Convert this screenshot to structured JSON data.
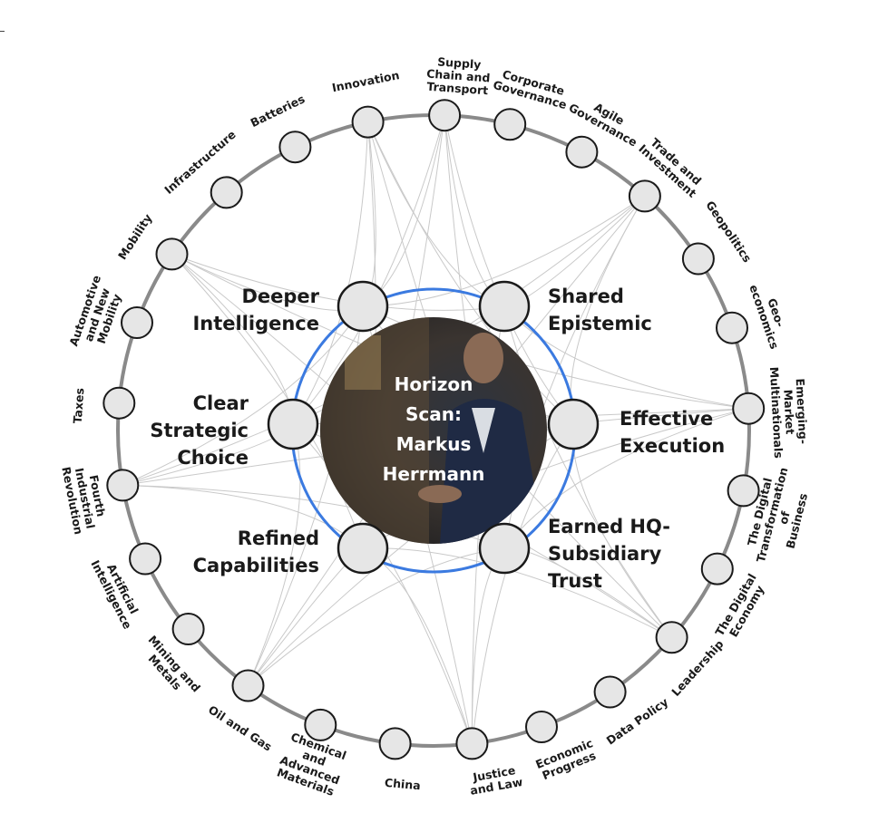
{
  "center": {
    "lines": [
      "Horizon",
      "Scan:",
      "Markus",
      "Herrmann"
    ]
  },
  "inner_topics": [
    {
      "id": "deeper",
      "lines": [
        "Deeper",
        "Intelligence"
      ]
    },
    {
      "id": "shared",
      "lines": [
        "Shared",
        "Epistemic"
      ]
    },
    {
      "id": "clear",
      "lines": [
        "Clear",
        "Strategic",
        "Choice"
      ]
    },
    {
      "id": "effective",
      "lines": [
        "Effective",
        "Execution"
      ]
    },
    {
      "id": "refined",
      "lines": [
        "Refined",
        "Capabilities"
      ]
    },
    {
      "id": "earned",
      "lines": [
        "Earned HQ-",
        "Subsidiary",
        "Trust"
      ]
    }
  ],
  "outer_topics": [
    {
      "id": "supply-chain",
      "lines": [
        "Supply",
        "Chain and",
        "Transport"
      ]
    },
    {
      "id": "corporate-governance",
      "lines": [
        "Corporate",
        "Governance"
      ]
    },
    {
      "id": "agile-governance",
      "lines": [
        "Agile",
        "Governance"
      ]
    },
    {
      "id": "trade-investment",
      "lines": [
        "Trade and",
        "Investment"
      ]
    },
    {
      "id": "geopolitics",
      "lines": [
        "Geopolitics"
      ]
    },
    {
      "id": "geo-economics",
      "lines": [
        "Geo-",
        "economics"
      ]
    },
    {
      "id": "emerging-market",
      "lines": [
        "Emerging-",
        "Market",
        "Multinationals"
      ]
    },
    {
      "id": "digital-transformation",
      "lines": [
        "The Digital",
        "Transformation",
        "of",
        "Business"
      ]
    },
    {
      "id": "digital-economy",
      "lines": [
        "The Digital",
        "Economy"
      ]
    },
    {
      "id": "leadership",
      "lines": [
        "Leadership"
      ]
    },
    {
      "id": "data-policy",
      "lines": [
        "Data Policy"
      ]
    },
    {
      "id": "economic-progress",
      "lines": [
        "Economic",
        "Progress"
      ]
    },
    {
      "id": "justice",
      "lines": [
        "Justice",
        "and Law"
      ]
    },
    {
      "id": "china",
      "lines": [
        "China"
      ]
    },
    {
      "id": "chemical",
      "lines": [
        "Chemical",
        "and",
        "Advanced",
        "Materials"
      ]
    },
    {
      "id": "oil-gas",
      "lines": [
        "Oil and Gas"
      ]
    },
    {
      "id": "mining-metals",
      "lines": [
        "Mining and",
        "Metals"
      ]
    },
    {
      "id": "artificial-intelligence",
      "lines": [
        "Artificial",
        "Intelligence"
      ]
    },
    {
      "id": "fourth-industrial",
      "lines": [
        "Fourth",
        "Industrial",
        "Revolution"
      ]
    },
    {
      "id": "taxes",
      "lines": [
        "Taxes"
      ]
    },
    {
      "id": "automotive",
      "lines": [
        "Automotive",
        "and New",
        "Mobility"
      ]
    },
    {
      "id": "mobility",
      "lines": [
        "Mobility"
      ]
    },
    {
      "id": "infrastructure",
      "lines": [
        "Infrastructure"
      ]
    },
    {
      "id": "batteries",
      "lines": [
        "Batteries"
      ]
    },
    {
      "id": "innovation",
      "lines": [
        "Innovation"
      ]
    }
  ],
  "colors": {
    "ring": "#8a8a8a",
    "inner_ring": "#3b7ae0",
    "link": "#c9c9c9",
    "node_fill": "#e6e6e6"
  }
}
